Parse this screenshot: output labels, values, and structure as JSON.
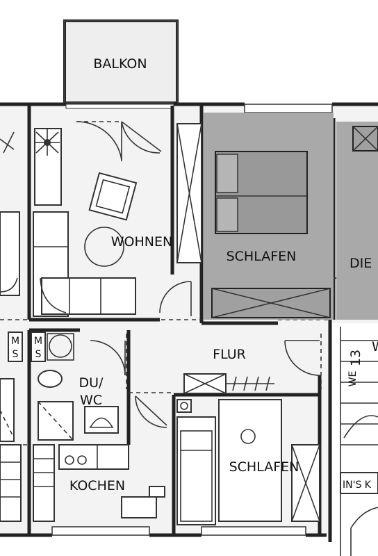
{
  "rooms": {
    "balkon": "BALKON",
    "wohnen": "WOHNEN",
    "schlafen_top": "SCHLAFEN",
    "die_partial": "DIE",
    "flur": "FLUR",
    "du_wc_1": "DU/",
    "du_wc_2": "WC",
    "schlafen_bottom": "SCHLAFEN",
    "kochen": "KOCHEN"
  },
  "labels": {
    "ms_1_top": "M",
    "ms_1_bot": "S",
    "ms_2_top": "M",
    "ms_2_bot": "S",
    "stair_w": "W",
    "stair_13": "13",
    "stair_we": "WE",
    "stair_ins": "IN'S K"
  },
  "colors": {
    "wall": "#222222",
    "bedroom_fill": "#a9a9a9",
    "floor_fill": "#efefef",
    "background": "#ffffff"
  }
}
